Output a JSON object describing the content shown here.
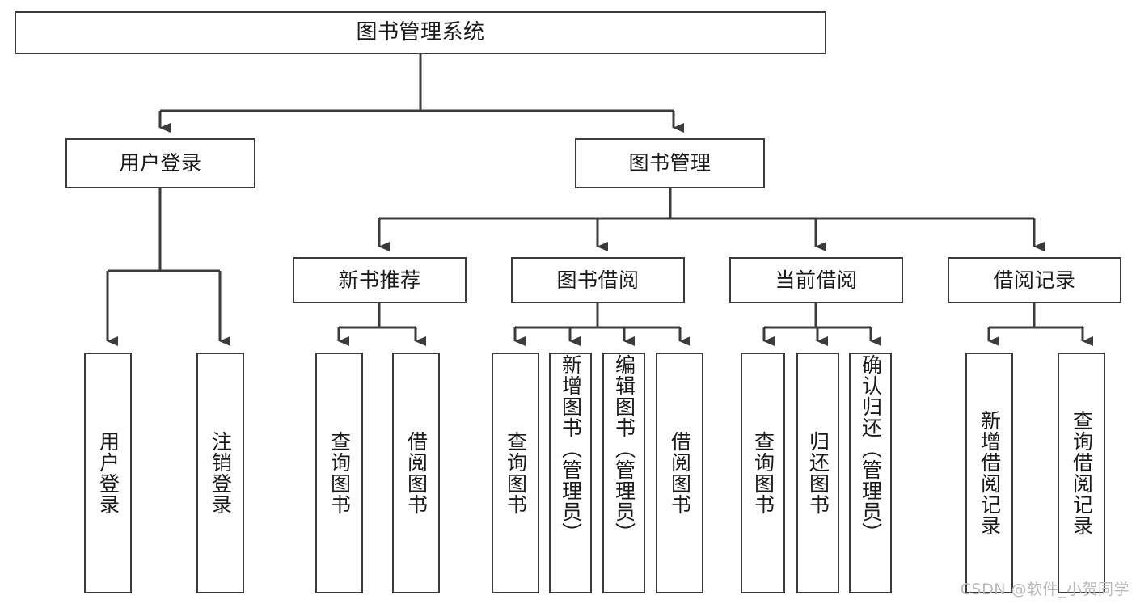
{
  "diagram": {
    "title": "图书管理系统",
    "type": "tree-hierarchy",
    "watermark": "CSDN @软件_小贺同学",
    "colors": {
      "background": "#ffffff",
      "box_fill": "#ffffff",
      "box_stroke": "#3b3b3b",
      "text": "#1a1a1a",
      "watermark": "#b9b9b9"
    },
    "nodes": {
      "root": "图书管理系统",
      "level2": {
        "user_login": "用户登录",
        "book_manage": "图书管理"
      },
      "level3": {
        "new_book_rec": "新书推荐",
        "book_borrow": "图书借阅",
        "current_borrow": "当前借阅",
        "borrow_record": "借阅记录"
      },
      "leaves": {
        "user_login_1": "用户登录",
        "user_login_2": "注销登录",
        "new_book_rec_1": "查询图书",
        "new_book_rec_2": "借阅图书",
        "book_borrow_1": "查询图书",
        "book_borrow_2": "新增图书（管理员）",
        "book_borrow_3": "编辑图书（管理员）",
        "book_borrow_4": "借阅图书",
        "current_borrow_1": "查询图书",
        "current_borrow_2": "归还图书",
        "current_borrow_3": "确认归还（管理员）",
        "borrow_record_1": "新增借阅记录",
        "borrow_record_2": "查询借阅记录"
      }
    },
    "tree": [
      {
        "label": "图书管理系统",
        "children": [
          {
            "label": "用户登录",
            "children": [
              {
                "label": "用户登录"
              },
              {
                "label": "注销登录"
              }
            ]
          },
          {
            "label": "图书管理",
            "children": [
              {
                "label": "新书推荐",
                "children": [
                  {
                    "label": "查询图书"
                  },
                  {
                    "label": "借阅图书"
                  }
                ]
              },
              {
                "label": "图书借阅",
                "children": [
                  {
                    "label": "查询图书"
                  },
                  {
                    "label": "新增图书（管理员）"
                  },
                  {
                    "label": "编辑图书（管理员）"
                  },
                  {
                    "label": "借阅图书"
                  }
                ]
              },
              {
                "label": "当前借阅",
                "children": [
                  {
                    "label": "查询图书"
                  },
                  {
                    "label": "归还图书"
                  },
                  {
                    "label": "确认归还（管理员）"
                  }
                ]
              },
              {
                "label": "借阅记录",
                "children": [
                  {
                    "label": "新增借阅记录"
                  },
                  {
                    "label": "查询借阅记录"
                  }
                ]
              }
            ]
          }
        ]
      }
    ]
  }
}
